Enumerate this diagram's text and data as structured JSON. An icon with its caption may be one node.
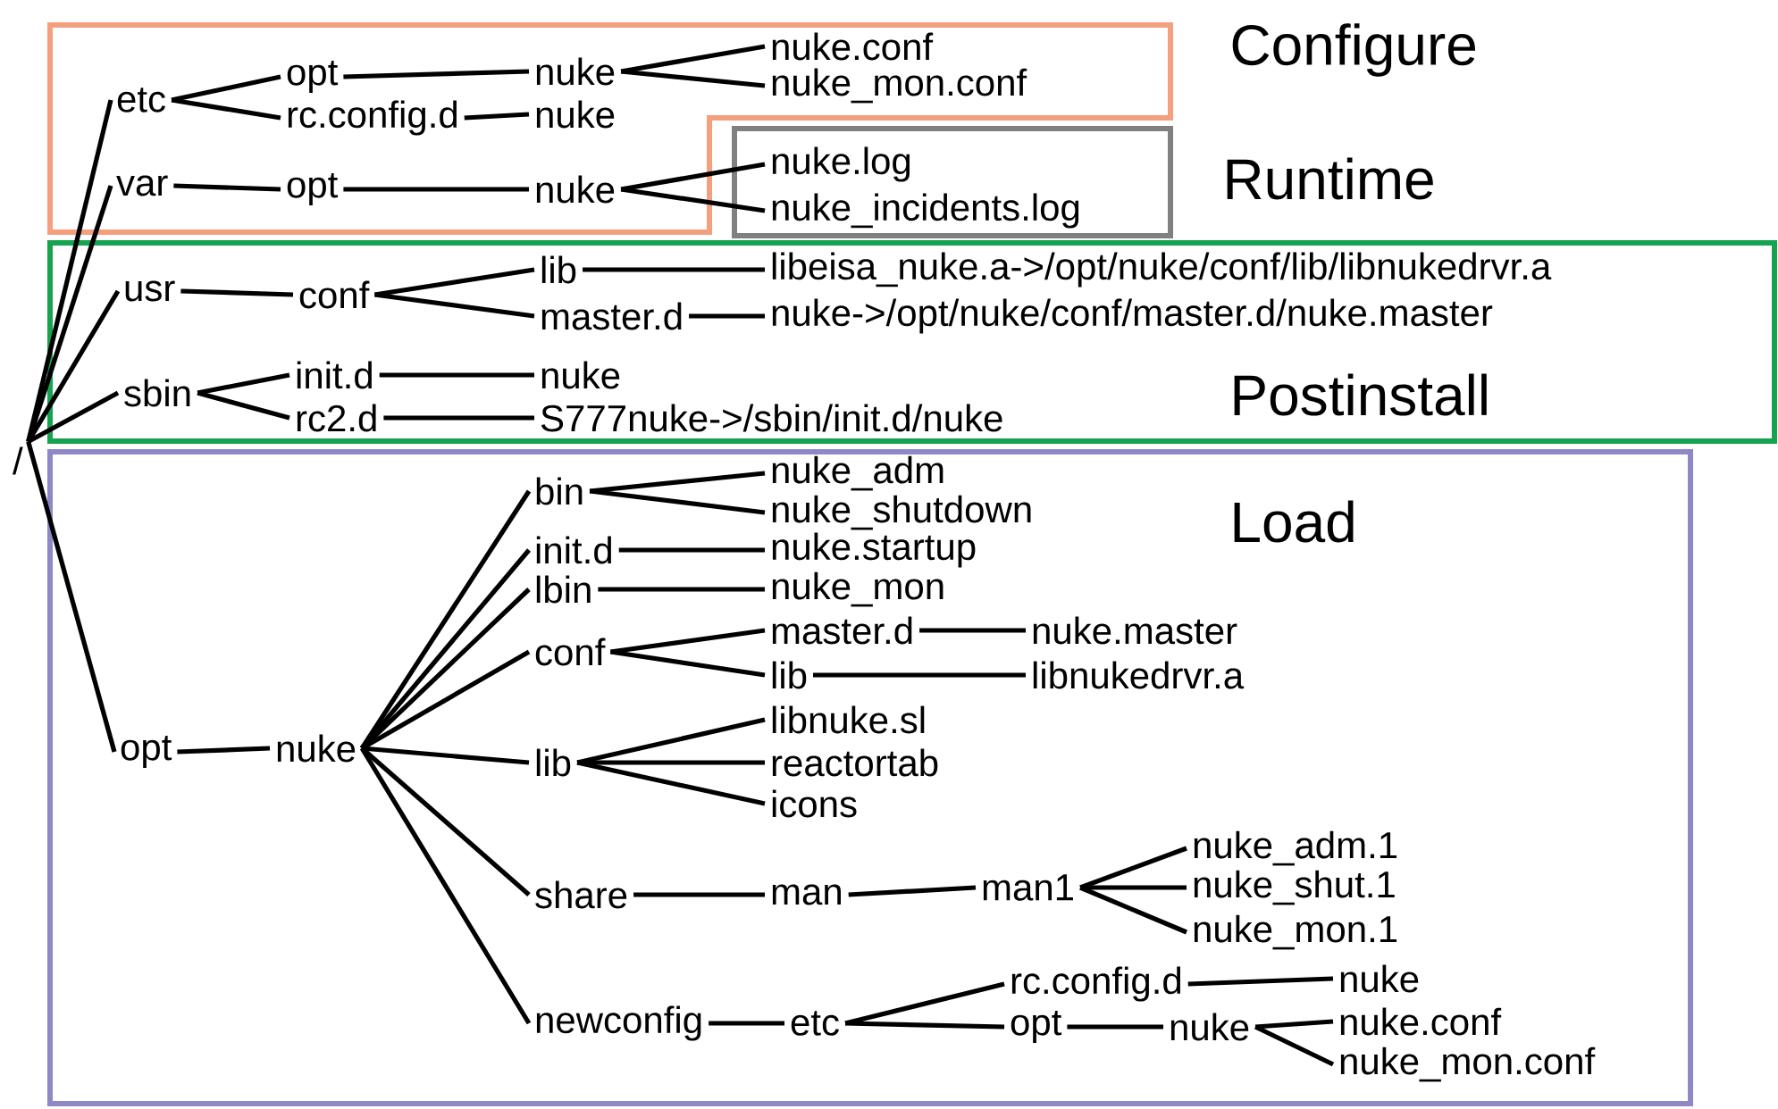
{
  "diagram": {
    "nodes": [
      {
        "text": [
          "Configure"
        ]
      },
      {
        "text": [
          "Runtime"
        ]
      },
      {
        "text": [
          "Postinstall"
        ]
      },
      {
        "text": [
          "Load"
        ]
      },
      {
        "text": [
          "/"
        ]
      },
      {
        "text": [
          "etc"
        ],
        "in": 0
      },
      {
        "text": [
          "opt"
        ],
        "in": 0
      },
      {
        "text": [
          "nuke"
        ],
        "in": 0
      },
      {
        "text": [
          "nuke.conf"
        ],
        "in": 0
      },
      {
        "text": [
          "nuke_mon.conf"
        ],
        "in": 0
      },
      {
        "text": [
          "rc.config.d"
        ],
        "in": 0
      },
      {
        "text": [
          "nuke"
        ],
        "in": 0
      },
      {
        "text": [
          "var"
        ],
        "in": 0
      },
      {
        "text": [
          "opt"
        ],
        "in": 0
      },
      {
        "text": [
          "nuke"
        ],
        "in": 0
      },
      {
        "text": [
          "nuke.log"
        ],
        "in": 1
      },
      {
        "text": [
          "nuke_incidents.log"
        ],
        "in": 1
      },
      {
        "text": [
          "usr"
        ],
        "in": 2
      },
      {
        "text": [
          "conf"
        ],
        "in": 2
      },
      {
        "text": [
          "lib"
        ],
        "in": 2
      },
      {
        "text": [
          "libeisa_nuke.a->/opt/nuke/conf/lib/libnukedrvr.a"
        ],
        "in": 2
      },
      {
        "text": [
          "master.d"
        ],
        "in": 2
      },
      {
        "text": [
          "nuke->/opt/nuke/conf/master.d/nuke.master"
        ],
        "in": 2
      },
      {
        "text": [
          "sbin"
        ],
        "in": 2
      },
      {
        "text": [
          "init.d"
        ],
        "in": 2
      },
      {
        "text": [
          "rc2.d"
        ],
        "in": 2
      },
      {
        "text": [
          "nuke"
        ],
        "in": 2
      },
      {
        "text": [
          "S777nuke->/sbin/init.d/nuke"
        ],
        "in": 2
      },
      {
        "text": [
          "opt"
        ],
        "in": 3
      },
      {
        "text": [
          "nuke"
        ],
        "in": 3
      },
      {
        "text": [
          "bin"
        ],
        "in": 3
      },
      {
        "text": [
          "nuke_adm"
        ],
        "in": 3
      },
      {
        "text": [
          "nuke_shutdown"
        ],
        "in": 3
      },
      {
        "text": [
          "init.d"
        ],
        "in": 3
      },
      {
        "text": [
          "nuke.startup"
        ],
        "in": 3
      },
      {
        "text": [
          "lbin"
        ],
        "in": 3
      },
      {
        "text": [
          "nuke_mon"
        ],
        "in": 3
      },
      {
        "text": [
          "conf"
        ],
        "in": 3
      },
      {
        "text": [
          "master.d"
        ],
        "in": 3
      },
      {
        "text": [
          "nuke.master"
        ],
        "in": 3
      },
      {
        "text": [
          "lib"
        ],
        "in": 3
      },
      {
        "text": [
          "libnukedrvr.a"
        ],
        "in": 3
      },
      {
        "text": [
          "lib"
        ],
        "in": 3
      },
      {
        "text": [
          "libnuke.sl"
        ],
        "in": 3
      },
      {
        "text": [
          "reactortab"
        ],
        "in": 3
      },
      {
        "text": [
          "icons"
        ],
        "in": 3
      },
      {
        "text": [
          "share"
        ],
        "in": 3
      },
      {
        "text": [
          "man"
        ],
        "in": 3
      },
      {
        "text": [
          "man1"
        ],
        "in": 3
      },
      {
        "text": [
          "nuke_adm.1"
        ],
        "in": 3
      },
      {
        "text": [
          "nuke_shut.1"
        ],
        "in": 3
      },
      {
        "text": [
          "nuke_mon.1"
        ],
        "in": 3
      },
      {
        "text": [
          "newconfig"
        ],
        "in": 3
      },
      {
        "text": [
          "etc"
        ],
        "in": 3
      },
      {
        "text": [
          "rc.config.d"
        ],
        "in": 3
      },
      {
        "text": [
          "nuke"
        ],
        "in": 3
      },
      {
        "text": [
          "opt"
        ],
        "in": 3
      },
      {
        "text": [
          "nuke"
        ],
        "in": 3
      },
      {
        "text": [
          "nuke.conf"
        ],
        "in": 3
      },
      {
        "text": [
          "nuke_mon.conf"
        ],
        "in": 3
      }
    ],
    "edges": [
      {
        "from": 4,
        "to": 5,
        "arrow": "none"
      },
      {
        "from": 4,
        "to": 12,
        "arrow": "none"
      },
      {
        "from": 4,
        "to": 17,
        "arrow": "none"
      },
      {
        "from": 4,
        "to": 23,
        "arrow": "none"
      },
      {
        "from": 4,
        "to": 28,
        "arrow": "none"
      },
      {
        "from": 5,
        "to": 6,
        "arrow": "none"
      },
      {
        "from": 5,
        "to": 10,
        "arrow": "none"
      },
      {
        "from": 6,
        "to": 7,
        "arrow": "none"
      },
      {
        "from": 7,
        "to": 8,
        "arrow": "none"
      },
      {
        "from": 7,
        "to": 9,
        "arrow": "none"
      },
      {
        "from": 10,
        "to": 11,
        "arrow": "none"
      },
      {
        "from": 12,
        "to": 13,
        "arrow": "none"
      },
      {
        "from": 13,
        "to": 14,
        "arrow": "none"
      },
      {
        "from": 14,
        "to": 15,
        "arrow": "none"
      },
      {
        "from": 14,
        "to": 16,
        "arrow": "none"
      },
      {
        "from": 17,
        "to": 18,
        "arrow": "none"
      },
      {
        "from": 18,
        "to": 19,
        "arrow": "none"
      },
      {
        "from": 18,
        "to": 21,
        "arrow": "none"
      },
      {
        "from": 19,
        "to": 20,
        "arrow": "none"
      },
      {
        "from": 21,
        "to": 22,
        "arrow": "none"
      },
      {
        "from": 23,
        "to": 24,
        "arrow": "none"
      },
      {
        "from": 23,
        "to": 25,
        "arrow": "none"
      },
      {
        "from": 24,
        "to": 26,
        "arrow": "none"
      },
      {
        "from": 25,
        "to": 27,
        "arrow": "none"
      },
      {
        "from": 28,
        "to": 29,
        "arrow": "none"
      },
      {
        "from": 29,
        "to": 30,
        "arrow": "none"
      },
      {
        "from": 29,
        "to": 33,
        "arrow": "none"
      },
      {
        "from": 29,
        "to": 35,
        "arrow": "none"
      },
      {
        "from": 29,
        "to": 37,
        "arrow": "none"
      },
      {
        "from": 29,
        "to": 42,
        "arrow": "none"
      },
      {
        "from": 29,
        "to": 46,
        "arrow": "none"
      },
      {
        "from": 29,
        "to": 52,
        "arrow": "none"
      },
      {
        "from": 30,
        "to": 31,
        "arrow": "none"
      },
      {
        "from": 30,
        "to": 32,
        "arrow": "none"
      },
      {
        "from": 33,
        "to": 34,
        "arrow": "none"
      },
      {
        "from": 35,
        "to": 36,
        "arrow": "none"
      },
      {
        "from": 37,
        "to": 38,
        "arrow": "none"
      },
      {
        "from": 37,
        "to": 40,
        "arrow": "none"
      },
      {
        "from": 38,
        "to": 39,
        "arrow": "none"
      },
      {
        "from": 40,
        "to": 41,
        "arrow": "none"
      },
      {
        "from": 42,
        "to": 43,
        "arrow": "none"
      },
      {
        "from": 42,
        "to": 44,
        "arrow": "none"
      },
      {
        "from": 42,
        "to": 45,
        "arrow": "none"
      },
      {
        "from": 46,
        "to": 47,
        "arrow": "none"
      },
      {
        "from": 47,
        "to": 48,
        "arrow": "none"
      },
      {
        "from": 48,
        "to": 49,
        "arrow": "none"
      },
      {
        "from": 48,
        "to": 50,
        "arrow": "none"
      },
      {
        "from": 48,
        "to": 51,
        "arrow": "none"
      },
      {
        "from": 52,
        "to": 53,
        "arrow": "none"
      },
      {
        "from": 53,
        "to": 54,
        "arrow": "none"
      },
      {
        "from": 53,
        "to": 56,
        "arrow": "none"
      },
      {
        "from": 54,
        "to": 55,
        "arrow": "none"
      },
      {
        "from": 56,
        "to": 57,
        "arrow": "none"
      },
      {
        "from": 57,
        "to": 58,
        "arrow": "none"
      },
      {
        "from": 57,
        "to": 59,
        "arrow": "none"
      }
    ]
  }
}
